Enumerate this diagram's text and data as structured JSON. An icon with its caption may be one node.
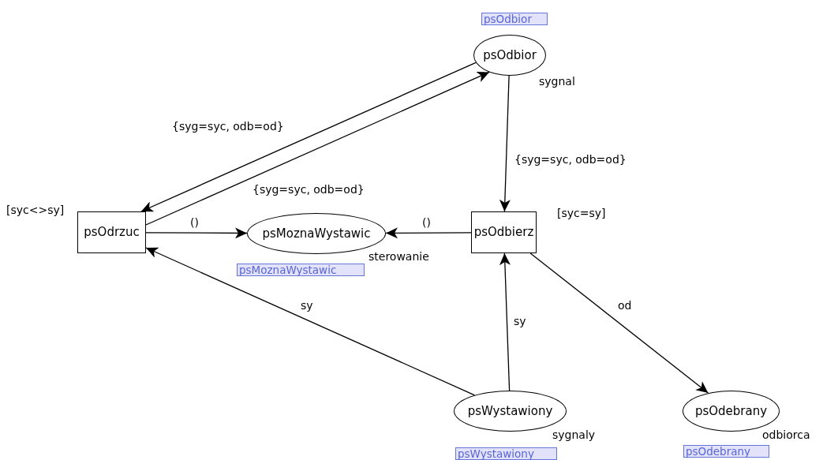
{
  "diagram": {
    "nodes": [
      {
        "text": [
          "psOdbior"
        ],
        "beside": [
          "sygnal",
          "psOdbior"
        ]
      },
      {
        "text": [
          "psOdrzuc"
        ],
        "beside": [
          "[syc<>sy]"
        ]
      },
      {
        "text": [
          "psMoznaWystawic"
        ],
        "beside": [
          "sterowanie",
          "psMoznaWystawic"
        ]
      },
      {
        "text": [
          "psOdbierz"
        ],
        "beside": [
          "[syc=sy]"
        ]
      },
      {
        "text": [
          "psWystawiony"
        ],
        "beside": [
          "sygnaly",
          "psWystawiony"
        ]
      },
      {
        "text": [
          "psOdebrany"
        ],
        "beside": [
          "odbiorca",
          "psOdebrany"
        ]
      }
    ],
    "edges": [
      {
        "from": 1,
        "to": 0,
        "arrow": "to",
        "label": "{syg=syc, odb=od}"
      },
      {
        "from": 0,
        "to": 1,
        "arrow": "to",
        "label": "{syg=syc, odb=od}"
      },
      {
        "from": 0,
        "to": 3,
        "arrow": "to",
        "label": "{syg=syc, odb=od}"
      },
      {
        "from": 1,
        "to": 2,
        "arrow": "to",
        "label": "()"
      },
      {
        "from": 3,
        "to": 2,
        "arrow": "to",
        "label": "()"
      },
      {
        "from": 3,
        "to": 5,
        "arrow": "to",
        "label": "od"
      },
      {
        "from": 4,
        "to": 3,
        "arrow": "to",
        "label": "sy"
      },
      {
        "from": 4,
        "to": 1,
        "arrow": "to",
        "label": "sy"
      }
    ]
  }
}
